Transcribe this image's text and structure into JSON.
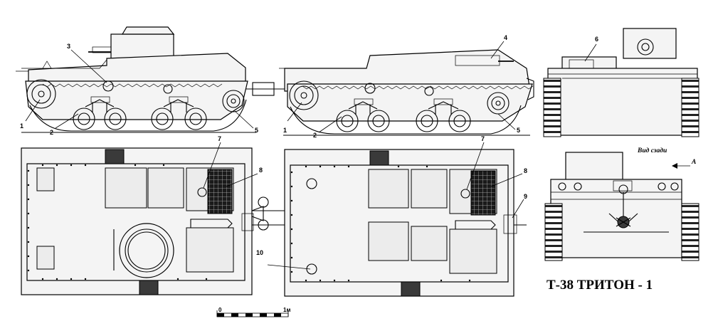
{
  "title": "Т-38 ТРИТОН - 1",
  "rear_view_label": "Вид сзади",
  "rear_view_arrow_label": "А",
  "scale": {
    "start_label": "0",
    "end_label": "1м"
  },
  "callouts": {
    "side_left": [
      "1",
      "2",
      "3",
      "5"
    ],
    "side_right": [
      "1",
      "2",
      "4",
      "5"
    ],
    "front_view": [
      "6"
    ],
    "plan_left": [
      "7",
      "8",
      "10"
    ],
    "plan_right": [
      "7",
      "8",
      "9"
    ]
  }
}
